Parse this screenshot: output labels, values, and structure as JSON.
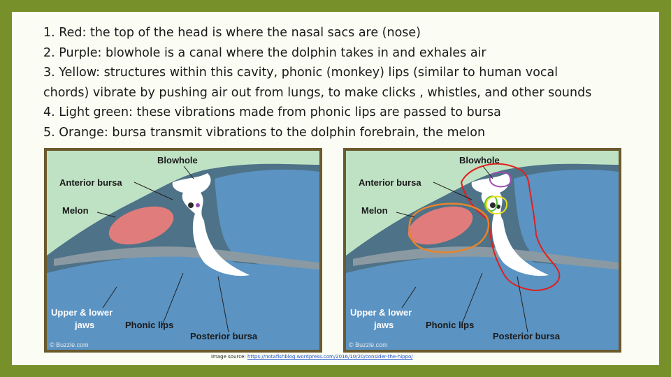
{
  "points": [
    "1.  Red:  the top of the head is where the nasal sacs are (nose)",
    "2.  Purple: blowhole is a canal where the dolphin takes in and exhales air",
    "3.  Yellow:  structures within this cavity, phonic (monkey) lips (similar to human vocal",
    "chords) vibrate by pushing air out from lungs, to make clicks , whistles, and other sounds",
    "4.   Light green:  these vibrations made from phonic lips are passed to bursa",
    "5.  Orange: bursa transmit vibrations to the dolphin forebrain, the melon"
  ],
  "labels": {
    "blowhole": "Blowhole",
    "anterior_bursa": "Anterior bursa",
    "melon": "Melon",
    "jaws_line1": "Upper & lower",
    "jaws_line2": "jaws",
    "phonic_lips": "Phonic lips",
    "posterior_bursa": "Posterior bursa",
    "copyright": "© Buzzle.com"
  },
  "source": {
    "prefix": "Image source: ",
    "url": "https://notafishblog.wordpress.com/2016/10/20/consider-the-hippo/"
  },
  "colors": {
    "frame": "#77902a",
    "panel_bg": "#bfe2c4",
    "head_dark": "#4e7287",
    "blue": "#5b93c2",
    "melon": "#e07c7c",
    "red_outline": "#e02020",
    "purple_outline": "#9a4fb0",
    "yellow_outline": "#e8e020",
    "green_outline": "#58c040",
    "orange_outline": "#e8842a"
  }
}
